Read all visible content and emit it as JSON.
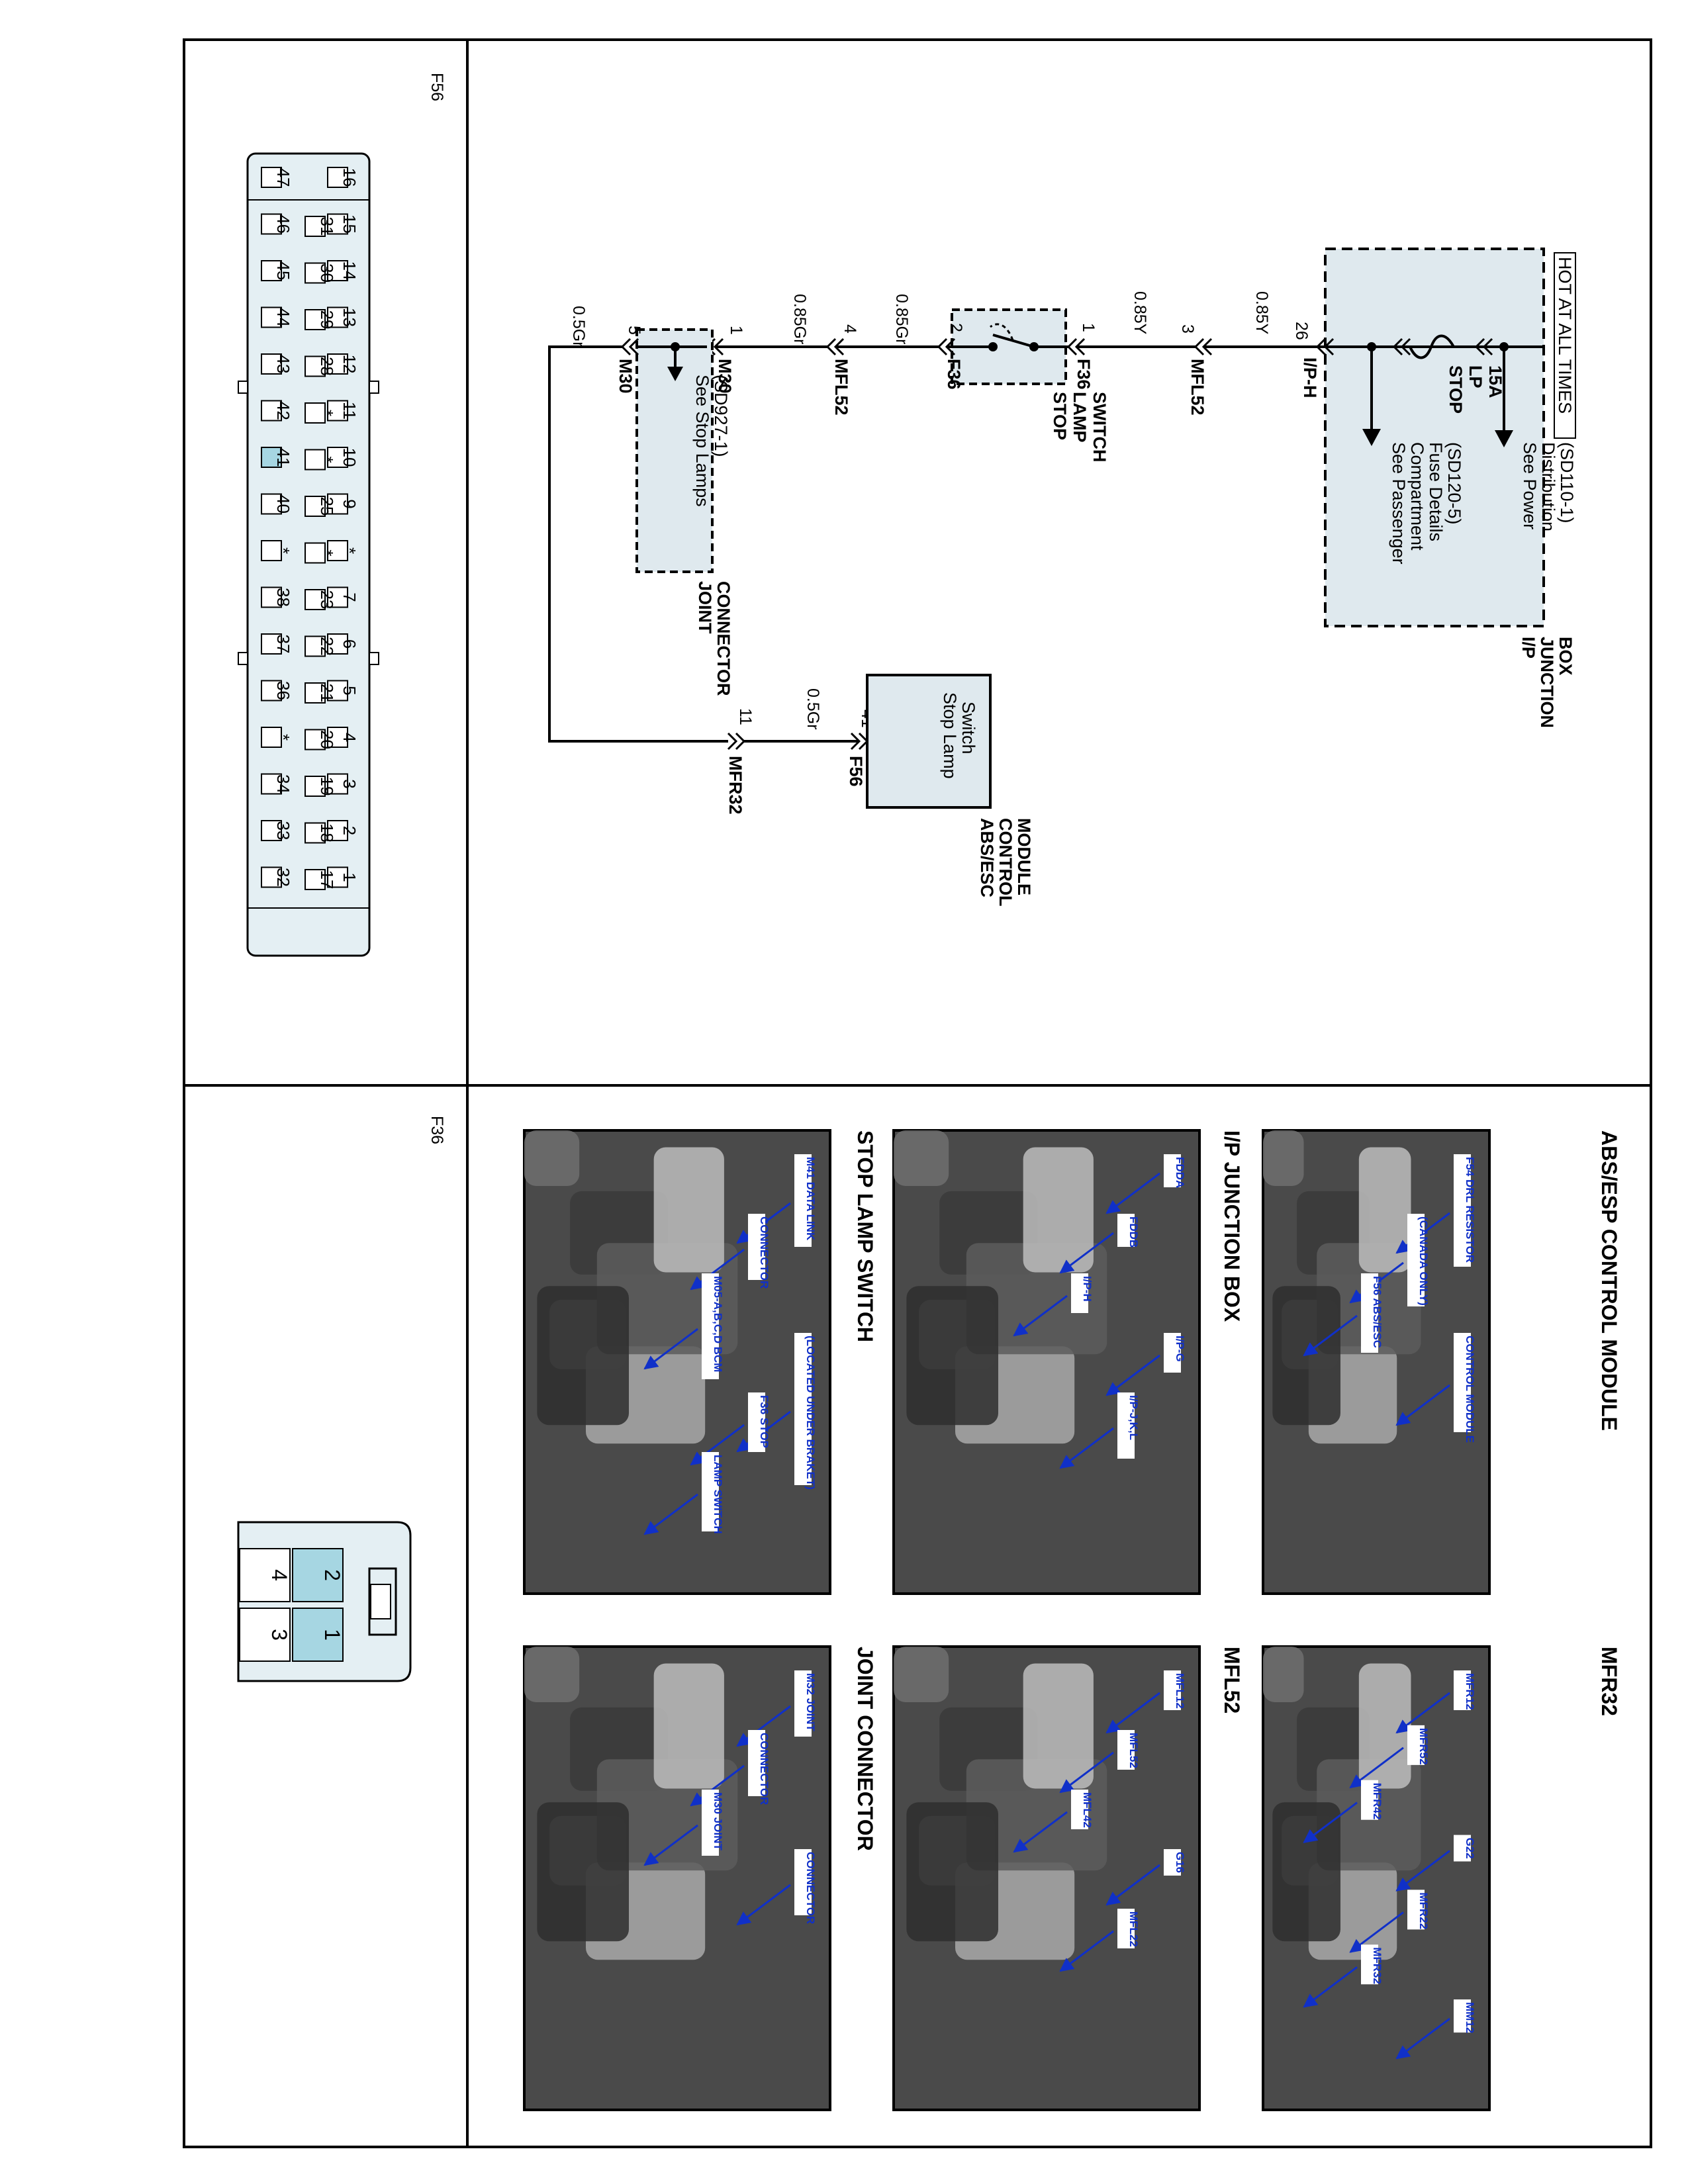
{
  "colors": {
    "box_fill": "#dfe9ee",
    "connector_fill": "#e4eff3",
    "pin_highlight": "#a6d6e2",
    "photo_bg": "#4a4a4a",
    "callout": "#1030c8"
  },
  "schematic": {
    "hot_label": "HOT AT ALL TIMES",
    "ip_box_title": [
      "I/P",
      "JUNCTION",
      "BOX"
    ],
    "power_ref": [
      "See Power",
      "Distribution",
      "(SD110-1)"
    ],
    "fuse_ref": [
      "See Passenger",
      "Compartment",
      "Fuse Details",
      "(SD120-5)"
    ],
    "fuse_label": [
      "STOP",
      "LP",
      "15A"
    ],
    "ip_pin": "26",
    "ip_conn": "I/P-H",
    "wire1": "0.85Y",
    "mfl52_pin_a": "3",
    "mfl52_conn_a": "MFL52",
    "wire2": "0.85Y",
    "f36_pin_a": "1",
    "f36_conn_a": "F36",
    "switch_label": [
      "STOP",
      "LAMP",
      "SWITCH"
    ],
    "f36_pin_b": "2",
    "f36_conn_b": "F36",
    "wire3": "0.85Gr",
    "mfl52_pin_b": "4",
    "mfl52_conn_b": "MFL52",
    "wire4": "0.85Gr",
    "m30_pin_a": "1",
    "m30_conn_a": "M30",
    "joint_ref": [
      "See Stop Lamps",
      "(SD927-1)"
    ],
    "joint_label": [
      "JOINT",
      "CONNECTOR"
    ],
    "m30_pin_b": "5",
    "m30_conn_b": "M30",
    "wire5": "0.5Gr",
    "mfr32_pin": "11",
    "mfr32_conn": "MFR32",
    "wire6": "0.5Gr",
    "abs_pin": "41",
    "abs_conn": "F56",
    "abs_inner": [
      "Stop Lamp",
      "Switch"
    ],
    "abs_label": [
      "ABS/ESC",
      "CONTROL",
      "MODULE"
    ]
  },
  "f56_connector": {
    "title": "F56",
    "top_row": [
      "16",
      "15",
      "14",
      "13",
      "12",
      "11",
      "10",
      "9",
      "*",
      "7",
      "6",
      "5",
      "4",
      "3",
      "2",
      "1"
    ],
    "mid_row": [
      "31",
      "30",
      "29",
      "28",
      "*",
      "*",
      "25",
      "*",
      "23",
      "22",
      "21",
      "20",
      "19",
      "18",
      "17"
    ],
    "bottom_row": [
      "47",
      "46",
      "45",
      "44",
      "43",
      "42",
      "41",
      "40",
      "*",
      "38",
      "37",
      "36",
      "*",
      "34",
      "33",
      "32"
    ],
    "highlight": "41"
  },
  "f36_connector": {
    "title": "F36",
    "pins": [
      "2",
      "1",
      "4",
      "3"
    ],
    "highlight": [
      "1",
      "2"
    ]
  },
  "photos": [
    {
      "heading": "ABS/ESP CONTROL MODULE",
      "labels": [
        "F54 DRL RESISTOR",
        "(CANADA ONLY)",
        "F56 ABS/ESC",
        "CONTROL MODULE"
      ]
    },
    {
      "heading": "MFR32",
      "labels": [
        "MFR12",
        "MFR52",
        "MFR42",
        "G22",
        "MFR22",
        "MFR32",
        "MM12"
      ]
    },
    {
      "heading": "I/P JUNCTION BOX",
      "labels": [
        "FDDA",
        "FDDB",
        "I/P-H",
        "I/P-G",
        "I/P-J,K,L"
      ]
    },
    {
      "heading": "MFL52",
      "labels": [
        "MFL12",
        "MFL52",
        "MFL42",
        "G16",
        "MFL22"
      ]
    },
    {
      "heading": "STOP LAMP SWITCH",
      "labels": [
        "M41 DATA LINK",
        "CONNECTOR",
        "M05-A,B,C,D BCM",
        "(LOCATED UNDER BRAKET)",
        "F36 STOP",
        "LAMP SWITCH"
      ]
    },
    {
      "heading": "JOINT CONNECTOR",
      "labels": [
        "M32 JOINT",
        "CONNECTOR",
        "M30 JOINT",
        "CONNECTOR"
      ]
    }
  ]
}
